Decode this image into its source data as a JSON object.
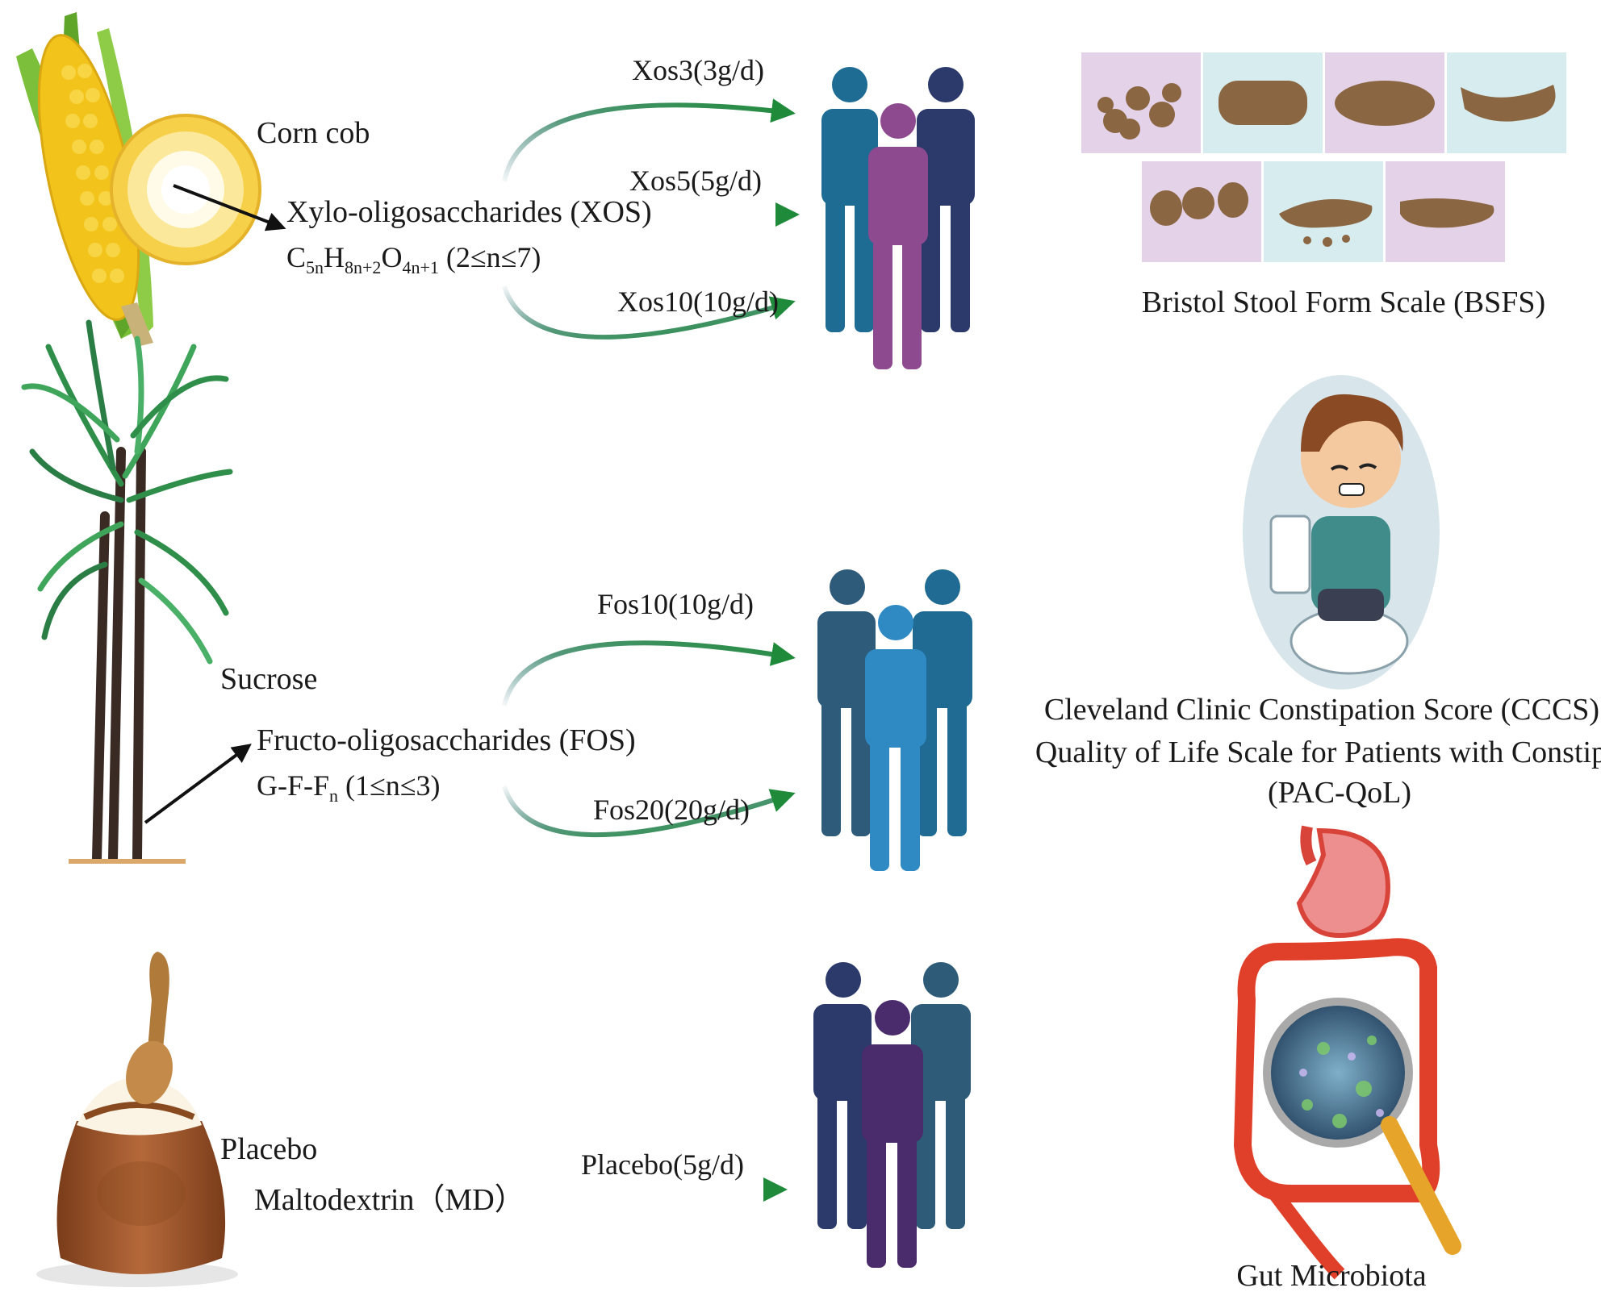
{
  "rows": [
    {
      "source_label": "Corn cob",
      "compound_label": "Xylo-oligosaccharides (XOS)",
      "formula": {
        "a": "C",
        "a_sub": "5n",
        "b": "H",
        "b_sub": "8n+2",
        "c": "O",
        "c_sub": "4n+1",
        "range": "(2≤n≤7)"
      },
      "arrows": [
        {
          "label": "Xos3(3g/d)"
        },
        {
          "label": "Xos5(5g/d)"
        },
        {
          "label": "Xos10(10g/d)"
        }
      ],
      "group_colors": [
        "#1e6b93",
        "#8e4a8f",
        "#2c3a6b"
      ]
    },
    {
      "source_label": "Sucrose",
      "compound_label": "Fructo-oligosaccharides (FOS)",
      "formula": {
        "a": "G-F-F",
        "a_sub": "n",
        "range": "(1≤n≤3)"
      },
      "arrows": [
        {
          "label": "Fos10(10g/d)"
        },
        {
          "label": "Fos20(20g/d)"
        }
      ],
      "group_colors": [
        "#2e5b7a",
        "#2f8ac4",
        "#1f6b93"
      ]
    },
    {
      "source_label": "Placebo",
      "compound_label": "Maltodextrin（MD）",
      "arrows": [
        {
          "label": "Placebo(5g/d)"
        }
      ],
      "group_colors": [
        "#2c3a6b",
        "#4a2b6b",
        "#2d5b78"
      ]
    }
  ],
  "outcomes": {
    "bsfs_label": "Bristol Stool Form Scale (BSFS)",
    "cccs_label": "Cleveland Clinic Constipation Score (CCCS)",
    "pacqol_label_line1": "Quality of Life Scale for Patients with Constipation",
    "pacqol_label_line2": "(PAC-QoL)",
    "microbiota_label": "Gut Microbiota"
  },
  "colors": {
    "arrow_green": "#1f8a3a",
    "corn_yellow": "#f2c31b",
    "husk_green": "#7cbf3a",
    "cane_green": "#2f8f4a",
    "sack_brown": "#a0562a",
    "stool_brown": "#8a6642",
    "tile_purple": "#e4d3e8",
    "tile_cyan": "#d6ecee",
    "intestine_red": "#e0402a",
    "stomach_pink": "#ee8f8f"
  },
  "icons": [
    "corn-cob-icon",
    "sugarcane-icon",
    "flour-sack-icon",
    "people-group-icon",
    "stool-chart-icon",
    "constipated-child-icon",
    "intestine-magnifier-icon"
  ]
}
